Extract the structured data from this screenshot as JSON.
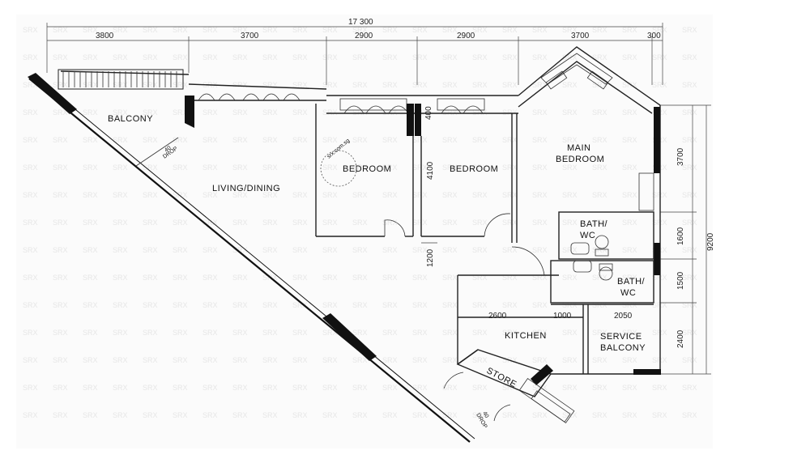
{
  "plan": {
    "overall_width": "17 300",
    "overall_height": "9200",
    "top_dimensions": [
      "3800",
      "3700",
      "2900",
      "2900",
      "3700",
      "300"
    ],
    "right_dimensions": [
      "3700",
      "1600",
      "1500",
      "2400"
    ],
    "inner_dimensions": {
      "bedroom_depth": "4100",
      "corridor_depth": "1200",
      "kitchen_width": "2600",
      "bath_width": "1000",
      "service_balcony_width": "2050",
      "top_small": "400"
    },
    "rooms": {
      "balcony": "BALCONY",
      "living_dining": "LIVING/DINING",
      "bedroom_1": "BEDROOM",
      "bedroom_2": "BEDROOM",
      "main_bedroom_line1": "MAIN",
      "main_bedroom_line2": "BEDROOM",
      "bath_wc_1_line1": "BATH/",
      "bath_wc_1_line2": "WC",
      "bath_wc_2_line1": "BATH/",
      "bath_wc_2_line2": "WC",
      "kitchen": "KITCHEN",
      "store": "STORE",
      "service_balcony_line1": "SERVICE",
      "service_balcony_line2": "BALCONY"
    },
    "drop_labels": [
      "40",
      "DROP",
      "40",
      "DROP"
    ],
    "watermark_text": "SRX",
    "stamp_text": "srx.com.sg"
  },
  "colors": {
    "line": "#222222",
    "background": "#ffffff",
    "watermark": "#e6e6e6"
  }
}
